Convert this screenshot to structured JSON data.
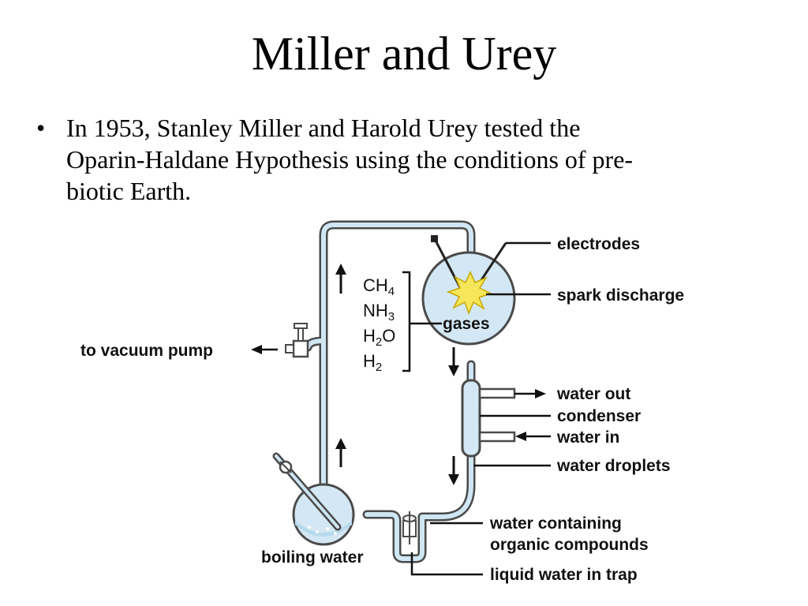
{
  "slide": {
    "title": "Miller and Urey",
    "bullet_char": "•",
    "bullet_lines": [
      "In 1953, Stanley Miller and Harold Urey tested the",
      "Oparin-Haldane Hypothesis using the conditions of pre-",
      "biotic Earth."
    ]
  },
  "diagram": {
    "labels": {
      "electrodes": "electrodes",
      "spark_discharge": "spark discharge",
      "gases": "gases",
      "to_vacuum_pump": "to vacuum pump",
      "water_out": "water out",
      "condenser": "condenser",
      "water_in": "water in",
      "water_droplets": "water droplets",
      "water_containing_1": "water containing",
      "water_containing_2": "organic compounds",
      "boiling_water": "boiling water",
      "liquid_water_trap": "liquid water in trap"
    },
    "gases": [
      {
        "base": "CH",
        "sub": "4",
        "rest": ""
      },
      {
        "base": "NH",
        "sub": "3",
        "rest": ""
      },
      {
        "base": "H",
        "sub": "2",
        "rest": "O"
      },
      {
        "base": "H",
        "sub": "2",
        "rest": ""
      }
    ],
    "colors": {
      "tube_outline": "#4a4a4a",
      "tube_fill": "#cfe6f3",
      "flask_fill": "#d3e8f4",
      "spark": "#f5e65a",
      "lines": "#111111"
    }
  }
}
